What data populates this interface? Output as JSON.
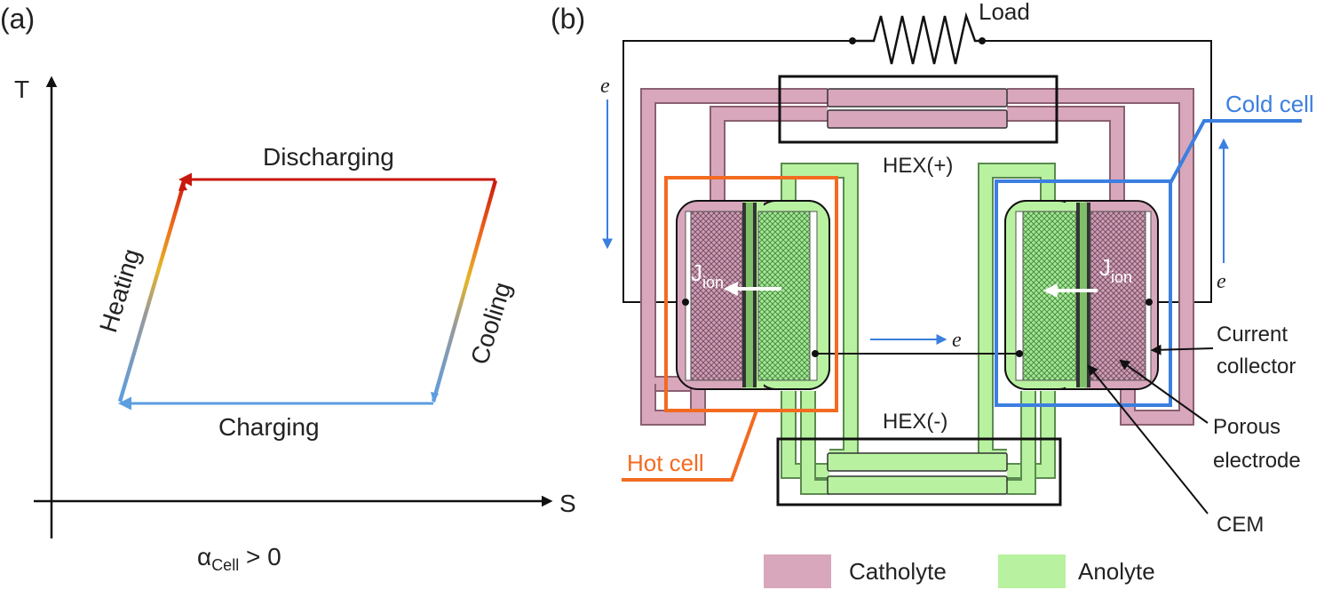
{
  "panel_a": {
    "label": "(a)",
    "axis_t": "T",
    "axis_s": "S",
    "condition_main": "α",
    "condition_sub": "Cell",
    "condition_rest": " > 0",
    "discharging": "Discharging",
    "charging": "Charging",
    "heating": "Heating",
    "cooling": "Cooling"
  },
  "panel_b": {
    "label": "(b)",
    "load": "Load",
    "hex_pos": "HEX(+)",
    "hex_neg": "HEX(-)",
    "cold_cell": "Cold cell",
    "hot_cell": "Hot cell",
    "electron": "e",
    "j_main": "J",
    "j_sub": "ion",
    "current_collector_1": "Current",
    "current_collector_2": "collector",
    "porous_1": "Porous",
    "porous_2": "electrode",
    "cem": "CEM",
    "legend_catholyte": "Catholyte",
    "legend_anolyte": "Anolyte"
  },
  "colors": {
    "catholyte": "#d9a7bc",
    "anolyte": "#b8f2a0",
    "hot": "#f26b21",
    "cold": "#3b7fe0",
    "hot_arrow": "#c8170e",
    "cold_arrow": "#5a9ee0",
    "wire": "#111111"
  }
}
